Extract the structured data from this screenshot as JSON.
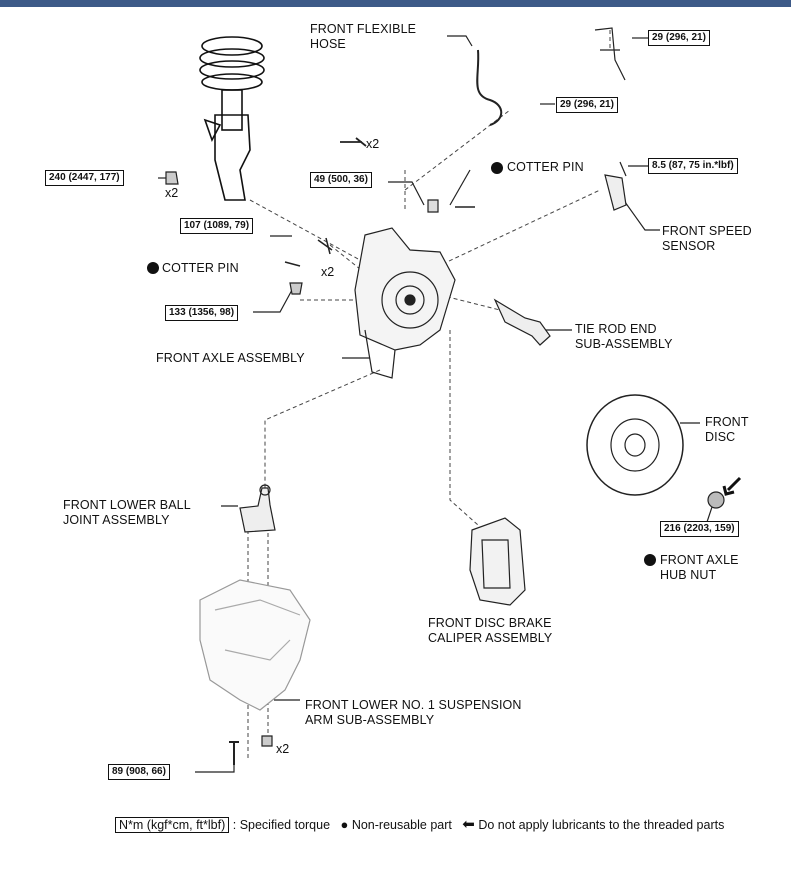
{
  "header_color": "#3d5a88",
  "labels": {
    "flexible_hose": [
      "FRONT FLEXIBLE",
      "HOSE"
    ],
    "cotter_pin_right": "COTTER PIN",
    "cotter_pin_left": "COTTER PIN",
    "speed_sensor": [
      "FRONT SPEED",
      "SENSOR"
    ],
    "tie_rod_end": [
      "TIE ROD END",
      "SUB-ASSEMBLY"
    ],
    "front_axle_assembly": "FRONT AXLE ASSEMBLY",
    "front_disc": [
      "FRONT",
      "DISC"
    ],
    "lower_ball_joint": [
      "FRONT LOWER BALL",
      "JOINT ASSEMBLY"
    ],
    "hub_nut": [
      "FRONT AXLE",
      "HUB NUT"
    ],
    "brake_caliper": [
      "FRONT DISC BRAKE",
      "CALIPER ASSEMBLY"
    ],
    "lower_arm": [
      "FRONT LOWER NO. 1 SUSPENSION",
      "ARM SUB-ASSEMBLY"
    ]
  },
  "multipliers": {
    "bolt_x2": "x2",
    "strut_nut_x2": "x2",
    "cotter_x2": "x2",
    "arm_nut_x2": "x2"
  },
  "torques": {
    "hose_bracket_top": "29 (296, 21)",
    "hose_bracket_mid": "29 (296, 21)",
    "strut_nut": "240 (2447, 177)",
    "hose_clip": "49 (500, 36)",
    "speed_sensor": "8.5 (87, 75 in.*lbf)",
    "knuckle_bolt": "107 (1089, 79)",
    "castle_nut": "133 (1356, 98)",
    "hub_nut": "216 (2203, 159)",
    "lower_arm_bolt": "89 (908, 66)"
  },
  "legend": {
    "torque_unit": "N*m (kgf*cm, ft*lbf)",
    "torque_desc": ": Specified torque",
    "nonreusable": "Non-reusable part",
    "no_lube": "Do not apply lubricants to the threaded parts"
  },
  "icons": {
    "nonreusable": "filled-circle-icon",
    "no_lube": "left-arrow-icon"
  }
}
